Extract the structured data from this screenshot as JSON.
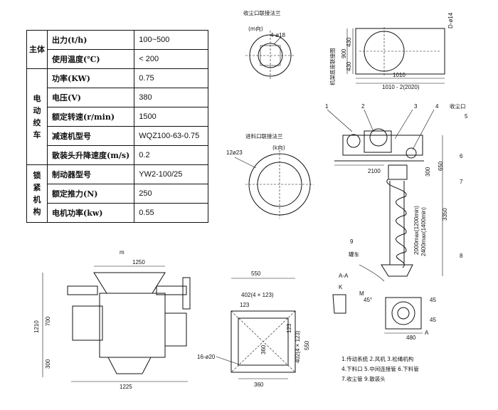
{
  "spec_table": {
    "groups": [
      {
        "label": "主体",
        "rows": [
          {
            "k": "出力(t/h)",
            "v": "100~500"
          },
          {
            "k": "使用温度(℃)",
            "v": "< 200"
          }
        ]
      },
      {
        "label": "电动绞车",
        "rows": [
          {
            "k": "功率(KW)",
            "v": "0.75"
          },
          {
            "k": "电压(V)",
            "v": "380"
          },
          {
            "k": "额定转速(r/min)",
            "v": "1500"
          },
          {
            "k": "减速机型号",
            "v": "WQZ100-63-0.75"
          },
          {
            "k": "散装头升降速度(m/s)",
            "v": "0.2"
          }
        ]
      },
      {
        "label": "锁紧机构",
        "rows": [
          {
            "k": "制动器型号",
            "v": "YW2-100/25"
          },
          {
            "k": "额定推力(N)",
            "v": "250"
          },
          {
            "k": "电机功率(kw)",
            "v": "0.55"
          }
        ]
      }
    ]
  },
  "dust_flange": {
    "title": "收尘口联接法兰",
    "view": "(m向)",
    "holes": "4-ø18"
  },
  "inlet_flange": {
    "title": "进料口联接法兰",
    "view": "(k向)",
    "holes": "12ø23"
  },
  "base_plate": {
    "title": "机架底座联接图",
    "d_label": "D-ø14",
    "dims": [
      "430",
      "430",
      "900",
      "1010",
      "1010 - 2(2020)"
    ]
  },
  "main_view": {
    "callouts": [
      "1",
      "2",
      "3",
      "4",
      "5",
      "6",
      "7",
      "8",
      "9"
    ],
    "dust_outlet": "收尘口",
    "dims": [
      "2100",
      "300",
      "650",
      "3350",
      "2400max(1400min)",
      "2000max(1200min)"
    ],
    "tank_car": "罐车"
  },
  "front_view": {
    "label_m": "m",
    "dims": [
      "1250",
      "1210",
      "700",
      "300",
      "1225"
    ]
  },
  "square_view": {
    "dims": [
      "550",
      "402(4 × 123)",
      "123",
      "123",
      "360",
      "402(4 × 123)",
      "550",
      "16-ø20",
      "360"
    ]
  },
  "section_view": {
    "aa": "A-A",
    "k": "K",
    "m": "M",
    "angle": "45°",
    "dims": [
      "45",
      "45",
      "480"
    ],
    "corner": "A"
  },
  "legend": [
    "1.传动系统  2.风机   3.松绳机构",
    "4.下料口  5.中间连接管  6.下料管",
    "7.收尘管   9.散装头"
  ]
}
